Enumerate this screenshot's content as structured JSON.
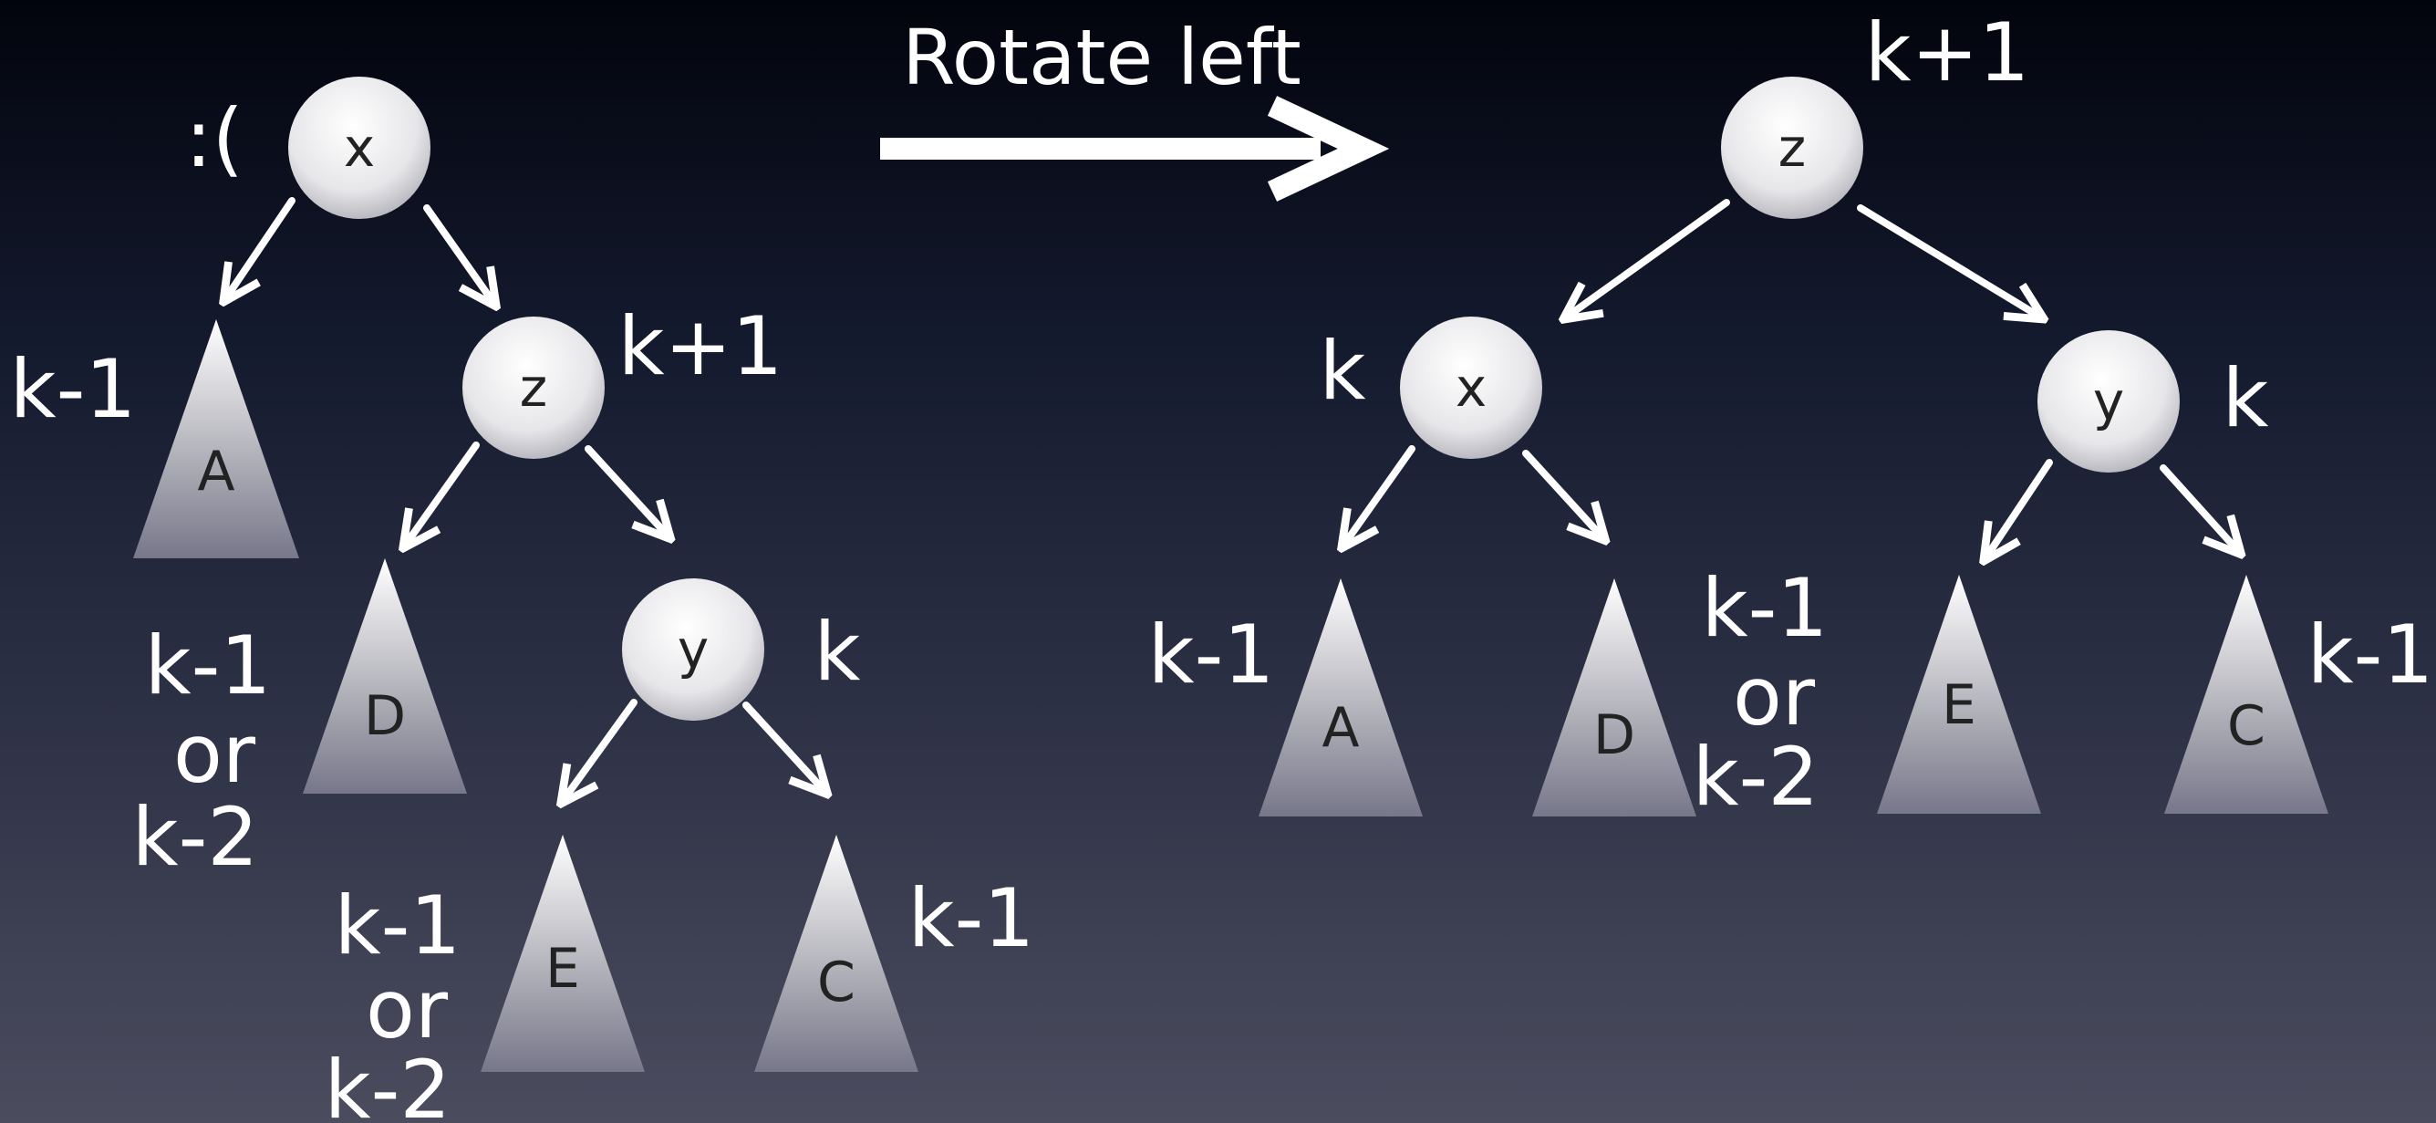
{
  "title": "Rotate left",
  "sad_face": ":(",
  "before": {
    "nodes": {
      "x": "x",
      "z": "z",
      "y": "y"
    },
    "subtrees": {
      "A": "A",
      "D": "D",
      "E": "E",
      "C": "C"
    },
    "heights": {
      "A": "k-1",
      "z": "k+1",
      "D": [
        "k-1",
        "or",
        "k-2"
      ],
      "y": "k",
      "E": [
        "k-1",
        "or",
        "k-2"
      ],
      "C": "k-1"
    }
  },
  "after": {
    "nodes": {
      "z": "z",
      "x": "x",
      "y": "y"
    },
    "subtrees": {
      "A": "A",
      "D": "D",
      "E": "E",
      "C": "C"
    },
    "heights": {
      "z": "k+1",
      "x": "k",
      "y": "k",
      "A": "k-1",
      "E": [
        "k-1",
        "or",
        "k-2"
      ],
      "C": "k-1"
    }
  }
}
